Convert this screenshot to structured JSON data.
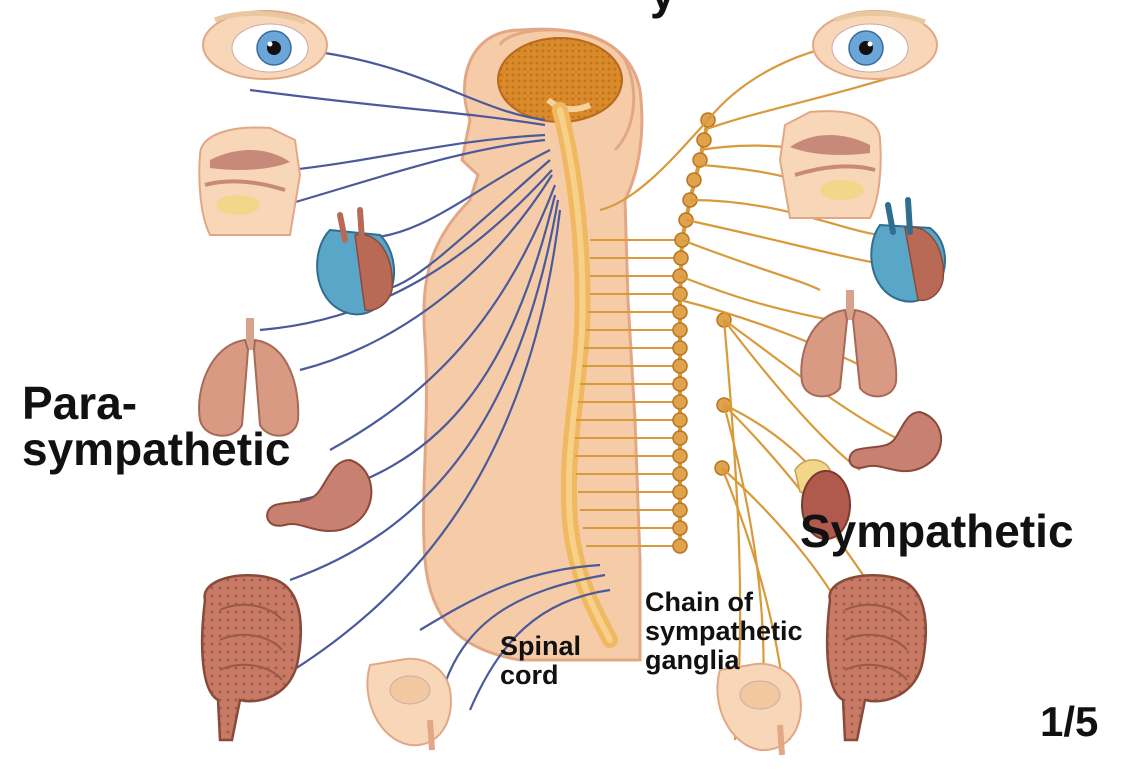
{
  "labels": {
    "parasympathetic_line1": "Para-",
    "parasympathetic_line2": "sympathetic",
    "sympathetic": "Sympathetic",
    "spinal_cord_line1": "Spinal",
    "spinal_cord_line2": "cord",
    "chain_line1": "Chain of",
    "chain_line2": "sympathetic",
    "chain_line3": "ganglia",
    "page_indicator": "1/5",
    "title_fragment": "y"
  },
  "colors": {
    "parasympathetic_nerve": "#4a5a9a",
    "sympathetic_nerve": "#d89a3a",
    "body_skin": "#f6cba8",
    "spinal_cord": "#f0b860",
    "brain": "#d98a2a",
    "organ_flesh": "#b86a56",
    "heart_blue": "#5aa6c8",
    "eye_iris": "#6aa7d8"
  },
  "organs_left": [
    "eye",
    "mouth-nose",
    "heart",
    "lungs",
    "stomach",
    "intestines",
    "bladder-genitals"
  ],
  "organs_right": [
    "eye",
    "mouth-nose",
    "heart",
    "lungs",
    "stomach",
    "liver-pancreas",
    "intestines",
    "bladder-genitals"
  ]
}
